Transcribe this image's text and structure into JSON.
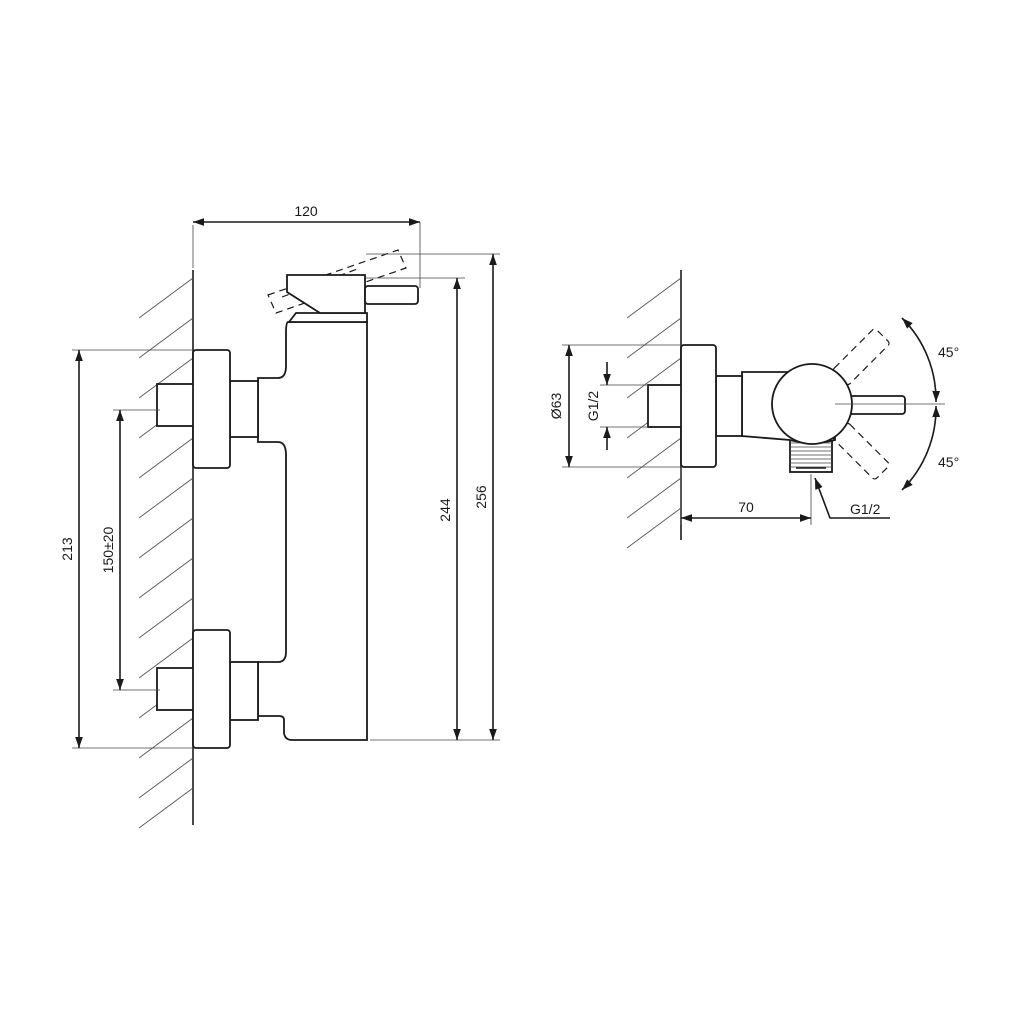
{
  "front_view": {
    "width_label": "120",
    "height_total_label": "256",
    "height_body_label": "244",
    "height_wall_label": "213",
    "center_distance_label": "150±20"
  },
  "side_view": {
    "diameter_label": "Ø63",
    "inlet_thread_label": "G1/2",
    "angle_up_label": "45°",
    "angle_down_label": "45°",
    "depth_label": "70",
    "outlet_thread_label": "G1/2"
  }
}
